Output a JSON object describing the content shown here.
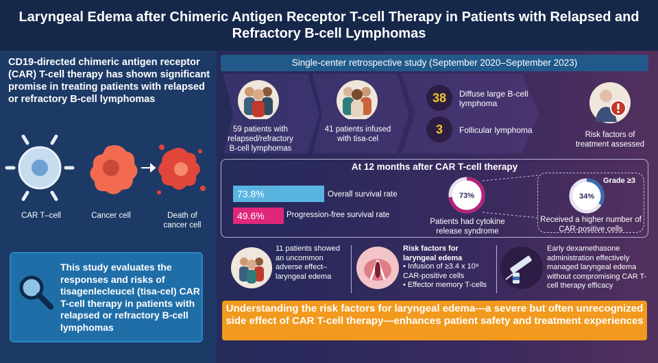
{
  "title": "Laryngeal Edema after Chimeric Antigen Receptor T-cell Therapy in Patients with Relapsed and Refractory B-cell Lymphomas",
  "intro": "CD19-directed chimeric antigen receptor (CAR) T-cell therapy has shown significant promise in treating patients with relapsed or refractory B-cell lymphomas",
  "mechanism": {
    "car_t_label": "CAR T–cell",
    "cancer_label": "Cancer cell",
    "death_label": "Death of cancer cell"
  },
  "summary": "This study evaluates the responses and risks of tisagenlecleucel (tisa-cel) CAR T-cell therapy in patients with relapsed or refractory B-cell lymphomas",
  "study_banner": "Single-center retrospective study (September 2020–September 2023)",
  "cohort": {
    "patients_total": "59 patients with relapsed/refractory B-cell lymphomas",
    "patients_infused": "41 patients infused with tisa-cel",
    "dlbcl_count": "38",
    "dlbcl_label": "Diffuse large B-cell lymphoma",
    "fl_count": "3",
    "fl_label": "Follicular lymphoma",
    "risk_label": "Risk factors of treatment assessed"
  },
  "results": {
    "title": "At 12 months after CAR T-cell therapy",
    "os_value": "73.8%",
    "os_label": "Overall survival rate",
    "pfs_value": "49.6%",
    "pfs_label": "Progression-free survival rate",
    "crs_value": "73%",
    "crs_label": "Patients had cytokine release syndrome",
    "grade_label": "Grade ≥3",
    "grade_value": "34%",
    "grade_desc": "Received a higher number of CAR-positive cells",
    "os_fraction": 0.738,
    "pfs_fraction": 0.496,
    "crs_fraction": 0.73,
    "grade_fraction": 0.34
  },
  "findings": {
    "edema_text": "11 patients showed an uncommon adverse effect–laryngeal edema",
    "edema_bold": "edema",
    "risk_title": "Risk factors for laryngeal edema",
    "risk_item1": "• Infusion of ≥3.4 x 10⁸ CAR-positive cells",
    "risk_item2": "• Effector memory T-cells",
    "dex_text": "Early dexamethasone administration effectively managed laryngeal edema without compromising CAR T-cell therapy efficacy"
  },
  "conclusion": "Understanding the risk factors for laryngeal edema—a severe but often unrecognized side effect of CAR T-cell therapy—enhances patient safety and treatment experiences",
  "colors": {
    "os_bar": "#5ab4e0",
    "pfs_bar": "#e0287a",
    "conclusion": "#f29a1e",
    "number": "#f7c728"
  }
}
